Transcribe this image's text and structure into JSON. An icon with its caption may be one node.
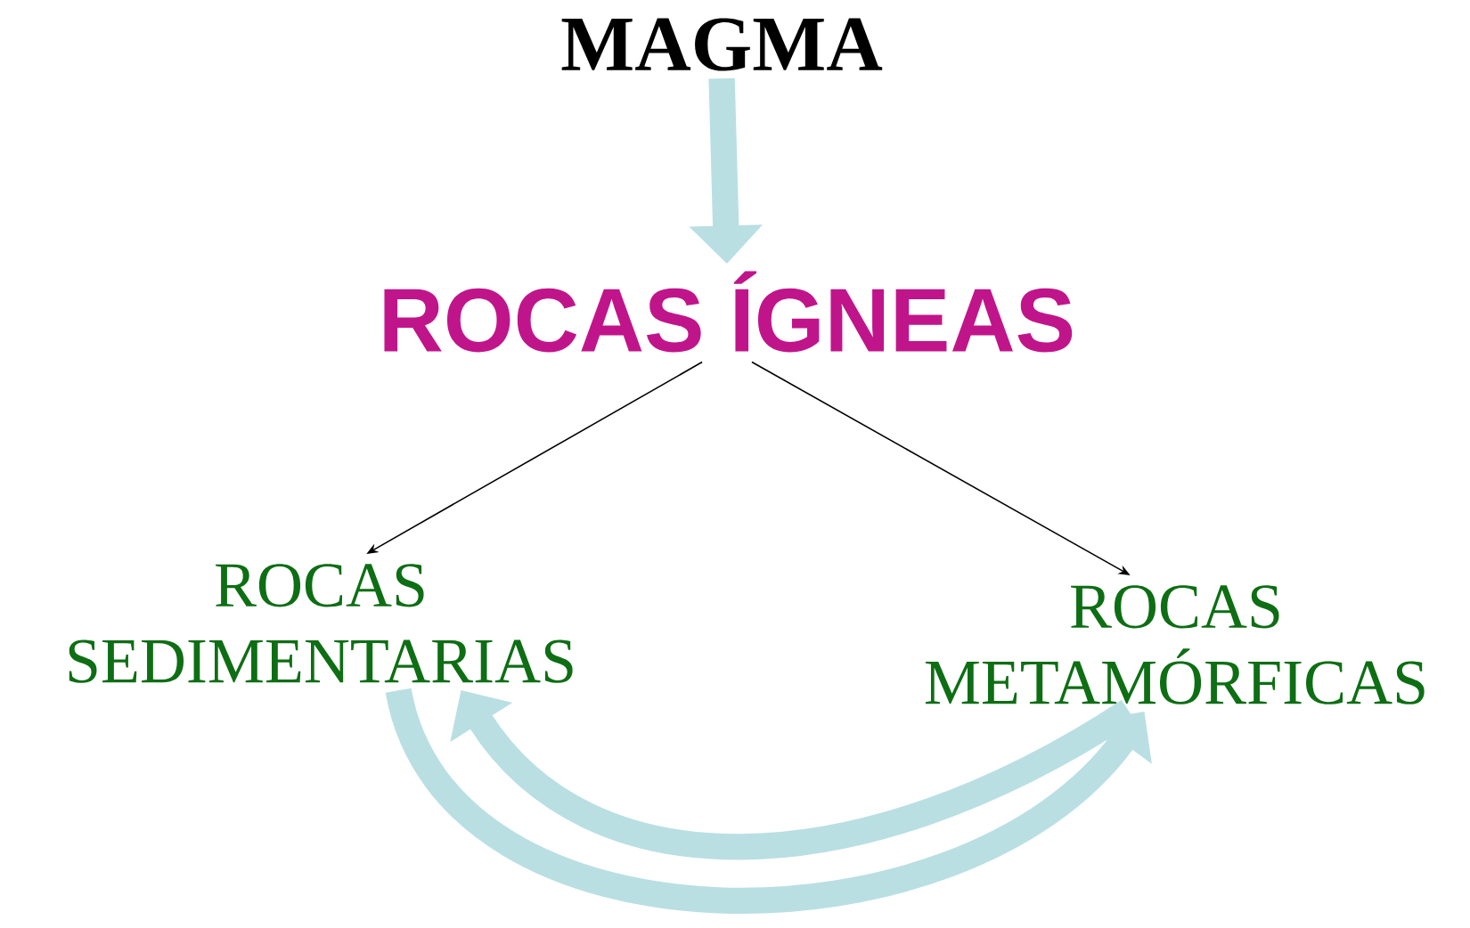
{
  "diagram": {
    "nodes": [
      {
        "text": [
          "MAGMA"
        ]
      },
      {
        "text": [
          "ROCAS ÍGNEAS"
        ]
      },
      {
        "text": [
          "ROCAS SEDIMENTARIAS"
        ]
      },
      {
        "text": [
          "ROCAS METAMÓRFICAS"
        ]
      }
    ],
    "edges": [
      {
        "from": 0,
        "to": 1,
        "arrow": "to",
        "color": "#b9dfe3"
      },
      {
        "from": 1,
        "to": 2,
        "arrow": "to",
        "color": "#000000"
      },
      {
        "from": 1,
        "to": 3,
        "arrow": "to",
        "color": "#000000"
      },
      {
        "from": 3,
        "to": 2,
        "arrow": "to",
        "color": "#b9dfe3"
      },
      {
        "from": 2,
        "to": 3,
        "arrow": "to",
        "color": "#b9dfe3"
      }
    ]
  }
}
